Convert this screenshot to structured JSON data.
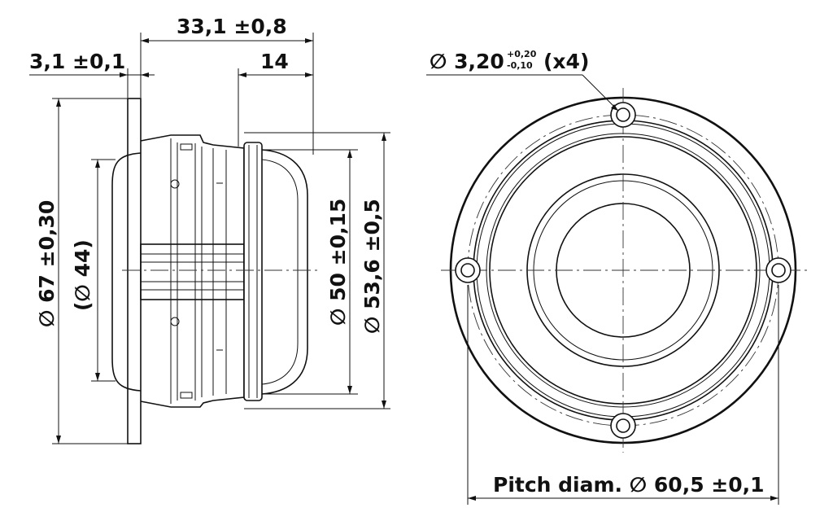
{
  "dimensions": {
    "overall_depth": "33,1 ±0,8",
    "flange_thickness": "3,1 ±0,1",
    "front_depth": "14",
    "outer_diameter": "67 ±0,30",
    "inner_diameter_ref": "44",
    "cone_diameter": "50 ±0,15",
    "cutout_diameter": "53,6 ±0,5",
    "hole_diameter": "3,20",
    "hole_tol_plus": "+0,20",
    "hole_tol_minus": "-0,10",
    "hole_count": "(x4)",
    "pitch_label": "Pitch diam.",
    "pitch_value": "60,5 ±0,1"
  },
  "symbols": {
    "diameter": "∅"
  }
}
